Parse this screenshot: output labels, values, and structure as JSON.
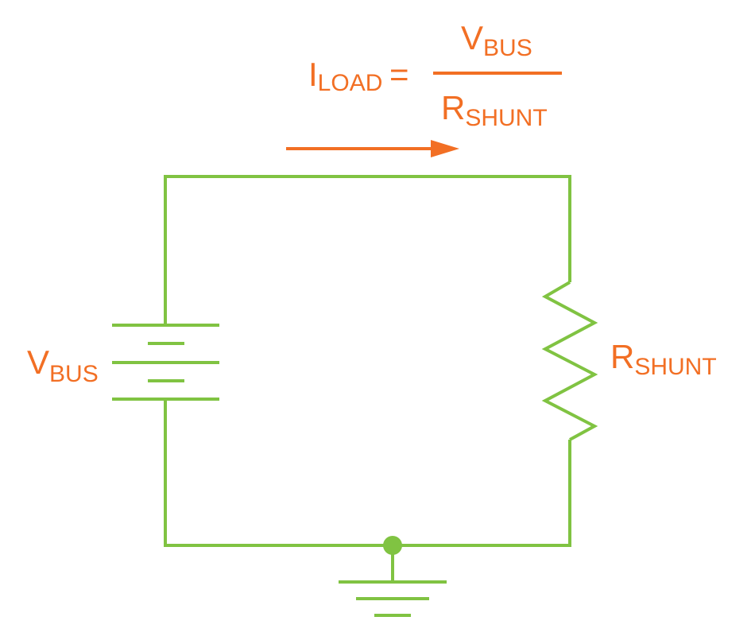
{
  "formula": {
    "lhs_main": "I",
    "lhs_sub": "LOAD",
    "equals": "=",
    "numerator_main": "V",
    "numerator_sub": "BUS",
    "denominator_main": "R",
    "denominator_sub": "SHUNT"
  },
  "labels": {
    "battery_main": "V",
    "battery_sub": "BUS",
    "resistor_main": "R",
    "resistor_sub": "SHUNT"
  },
  "colors": {
    "wire": "#80c342",
    "text": "#f26f24"
  }
}
